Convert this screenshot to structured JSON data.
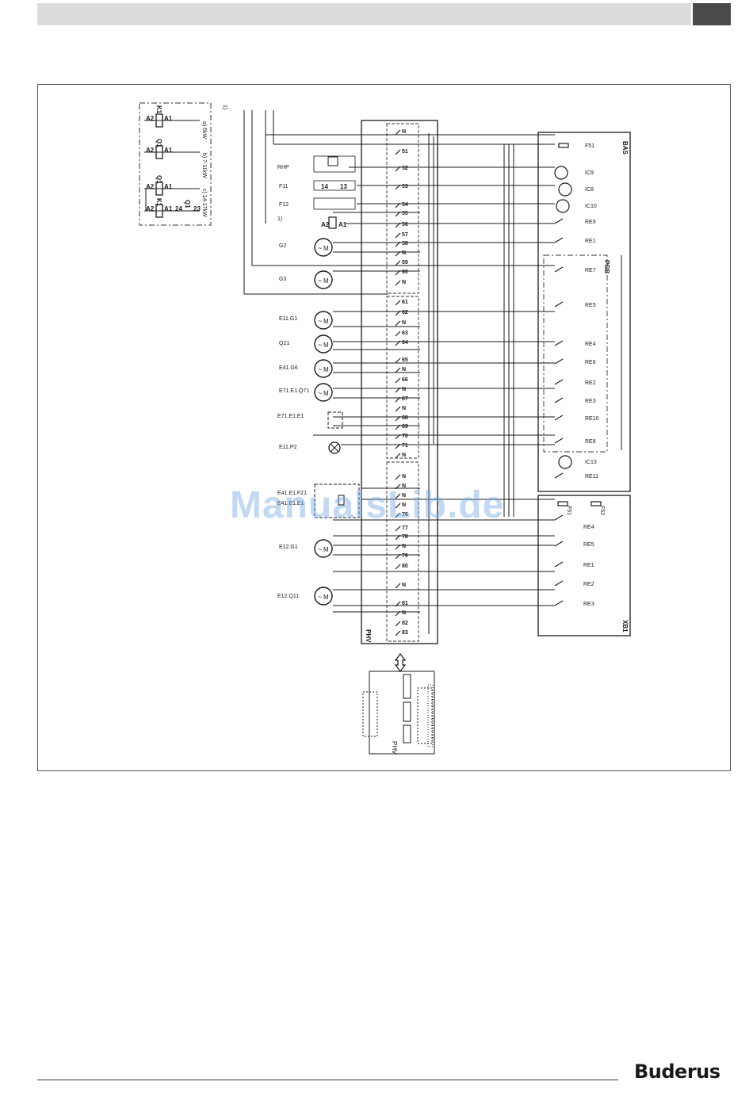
{
  "page": {
    "brand": "Buderus"
  },
  "watermark": "ManualsLib.de",
  "terminals": [
    "N",
    "51",
    "52",
    "53",
    "54",
    "55",
    "56",
    "57",
    "58",
    "N",
    "59",
    "60",
    "N",
    "61",
    "62",
    "N",
    "63",
    "64",
    "65",
    "N",
    "66",
    "N",
    "67",
    "N",
    "68",
    "69",
    "70",
    "71",
    "N",
    "N",
    "N",
    "N",
    "N",
    "76",
    "77",
    "78",
    "N",
    "79",
    "80",
    "N",
    "81",
    "N",
    "82",
    "83"
  ],
  "devices": {
    "left": [
      "RHP",
      "F11",
      "F12",
      "1)",
      "G2",
      "G3",
      "E11.G1",
      "Q21",
      "E41.G6",
      "E71.E1.Q71",
      "E71.E1.E1",
      "E11.P2",
      "E41.E1.F21",
      "E41.E1.E1",
      "E12.G1",
      "E12.Q11"
    ],
    "bas_outputs": [
      "F51",
      "IC9",
      "IC8",
      "IC10",
      "RE9",
      "RE1",
      "RE7",
      "RE5",
      "RE4",
      "RE6",
      "RE2",
      "RE3",
      "RE10",
      "RE8",
      "IC13",
      "RE11"
    ],
    "xb1_outputs": [
      "RE4",
      "RE5",
      "RE1",
      "RE2",
      "RE3"
    ],
    "xb1_fuses": [
      "F51",
      "F52"
    ]
  },
  "modules": {
    "phv": "PHV",
    "bas": "BAS",
    "pgb": "PGB",
    "xb1": "XB1"
  },
  "contactors": {
    "a2": "A2",
    "a1": "A1",
    "k1": "K1",
    "q1": "Q1",
    "n24": "24",
    "n23": "23",
    "options": [
      "a) 6kW",
      "b) 7-11kW",
      "c) 14-17kW"
    ],
    "note": "1)"
  },
  "misc_labels": {
    "term_14": "14",
    "term_13": "13",
    "bus_ref": "1)"
  }
}
